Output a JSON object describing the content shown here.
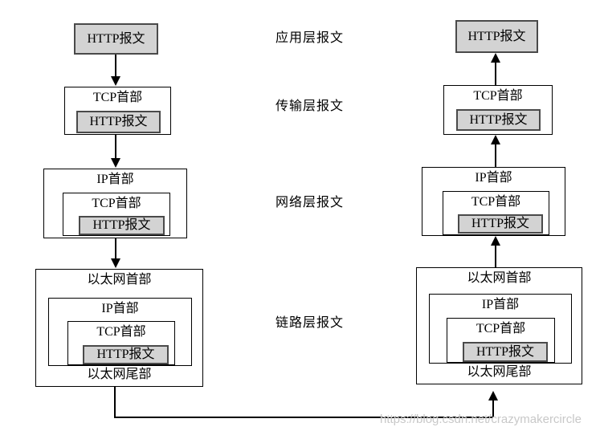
{
  "box_labels": {
    "http": "HTTP报文",
    "tcp": "TCP首部",
    "ip": "IP首部",
    "eth_header": "以太网首部",
    "eth_trailer": "以太网尾部"
  },
  "layer_labels": {
    "application": "应用层报文",
    "transport": "传输层报文",
    "network": "网络层报文",
    "link": "链路层报文"
  },
  "watermark": "https://blog.csdn.net/crazymakercircle",
  "colors": {
    "shaded_fill": "#d3d3d3",
    "shaded_border": "#4a4a4a",
    "box_border": "#000000",
    "watermark_text": "#c8c8c8"
  }
}
